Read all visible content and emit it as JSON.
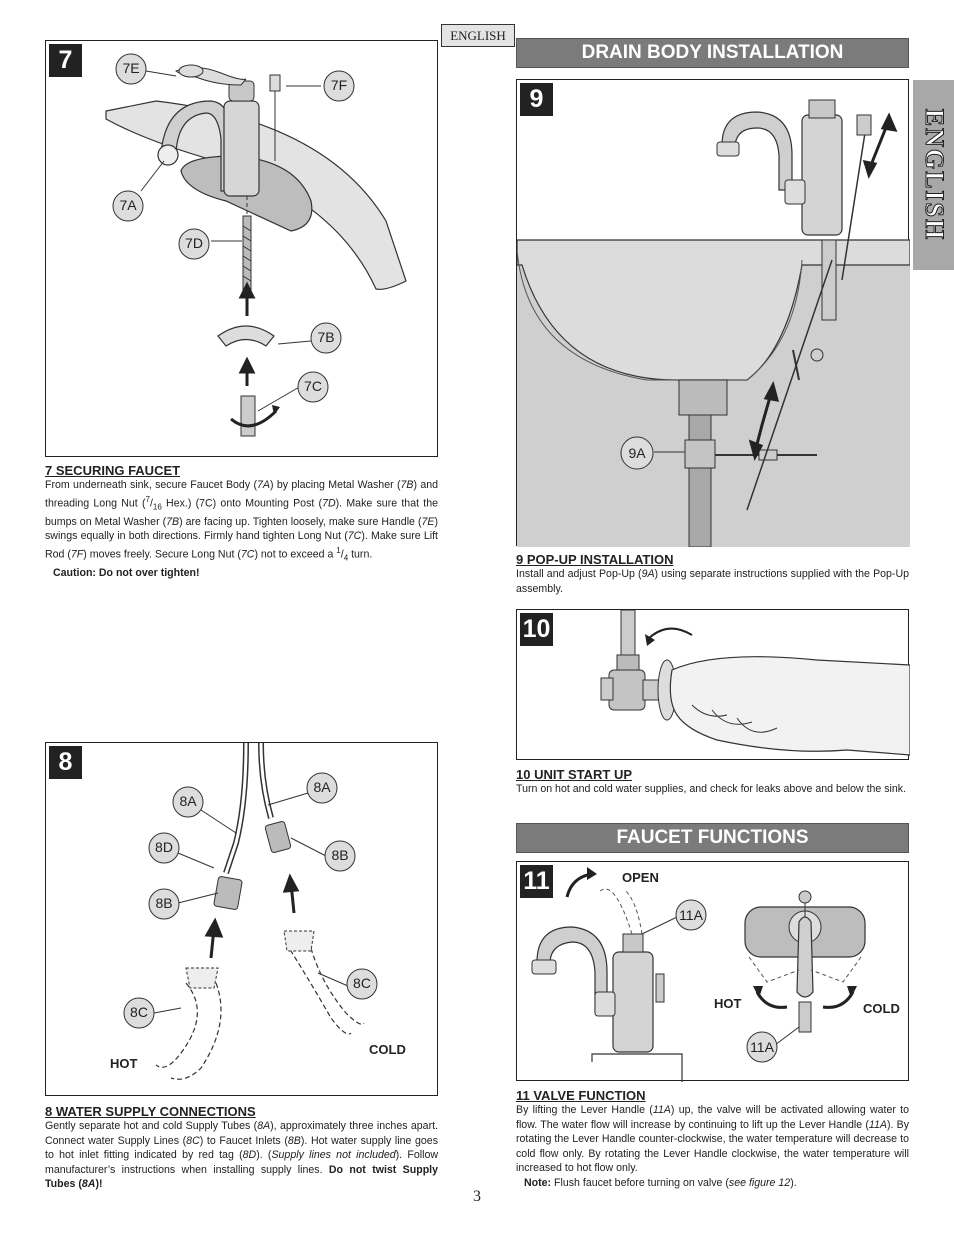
{
  "language_tab": "ENGLISH",
  "side_tab": "ENGLISH",
  "page_number": "3",
  "sections": {
    "drain_body": {
      "banner": "DRAIN BODY INSTALLATION"
    },
    "faucet_functions": {
      "banner": "FAUCET FUNCTIONS"
    }
  },
  "figures": {
    "f7": {
      "number": "7",
      "labels": [
        "7E",
        "7F",
        "7A",
        "7D",
        "7B",
        "7C"
      ]
    },
    "f8": {
      "number": "8",
      "labels": [
        "8A",
        "8A",
        "8D",
        "8B",
        "8B",
        "8C",
        "8C"
      ],
      "hot": "HOT",
      "cold": "COLD"
    },
    "f9": {
      "number": "9",
      "labels": [
        "9A"
      ]
    },
    "f10": {
      "number": "10"
    },
    "f11": {
      "number": "11",
      "open": "OPEN",
      "labels": [
        "11A",
        "11A"
      ],
      "hot": "HOT",
      "cold": "COLD"
    }
  },
  "step7": {
    "title": "7  SECURING FAUCET",
    "p1": "From underneath sink, secure Faucet Body (",
    "r1": "7A",
    "p2": ") by placing Metal Washer (",
    "r2": "7B",
    "p3": ") and threading Long Nut (",
    "frac_num": "7",
    "frac_den": "16",
    "p4": " Hex.) (7C) onto Mounting Post (",
    "r3": "7D",
    "p5": ").  Make sure that the bumps on Metal Washer (",
    "r4": "7B",
    "p6": ") are facing up. Tighten loosely, make sure Handle (",
    "r5": "7E",
    "p7": ") swings equally in both directions.  Firmly hand tighten Long Nut (",
    "r6": "7C",
    "p8": ").  Make sure Lift Rod (",
    "r7": "7F",
    "p9": ") moves freely.  Secure Long Nut (",
    "r8": "7C",
    "p10": ") not to exceed a ",
    "turn_num": "1",
    "turn_den": "4",
    "p11": " turn.",
    "caution": "Caution: Do not over tighten!"
  },
  "step8": {
    "title": "8  WATER SUPPLY CONNECTIONS",
    "p1": "Gently separate hot and cold Supply Tubes (",
    "r1": "8A",
    "p2": "), approximately three inches apart. Connect water Supply Lines (",
    "r2": "8C",
    "p3": ") to Faucet Inlets (",
    "r3": "8B",
    "p4": ").  Hot water supply line goes to hot inlet fitting indicated by red tag (",
    "r4": "8D",
    "p5": ").  (",
    "italic_note": "Supply lines not included",
    "p6": ").  Follow manufacturer’s instructions when installing supply lines.  ",
    "warning": "Do not twist Supply Tubes (",
    "warning_ref": "8A",
    "warning_end": ")!"
  },
  "step9": {
    "title": "9  POP-UP INSTALLATION",
    "p1": "Install and adjust Pop-Up (",
    "r1": "9A",
    "p2": ") using separate instructions supplied with the Pop-Up assembly."
  },
  "step10": {
    "title": "10  UNIT START UP",
    "text": "Turn on hot and cold water supplies, and check for leaks above and below the sink."
  },
  "step11": {
    "title": "11  VALVE FUNCTION",
    "p1": "By lifting the Lever Handle (",
    "r1": "11A",
    "p2": ") up, the valve will be activated allowing water to flow. The water flow will increase by continuing to lift up the Lever Handle (",
    "r2": "11A",
    "p3": "). By rotating the Lever Handle counter-clockwise, the water temperature will decrease to cold flow only.  By rotating the Lever Handle clockwise, the water temperature will increased to hot flow only.",
    "note_label": "Note:",
    "note_text": " Flush faucet before turning on valve (",
    "note_ref": "see figure 12",
    "note_end": ")."
  }
}
